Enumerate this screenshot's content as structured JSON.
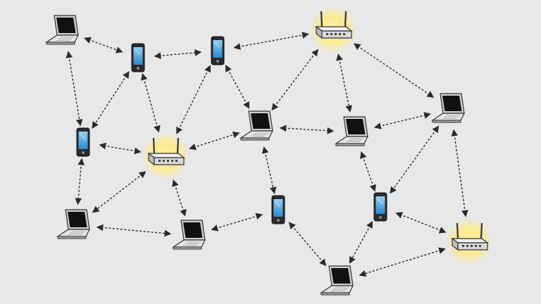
{
  "diagram": {
    "type": "mesh-network",
    "colors": {
      "background": "#e7e8ea",
      "link": "#2b2b2b",
      "router_glow": "#fde98a",
      "device_body": "#d9d9d9",
      "screen": "#111111",
      "phone_screen": "#3aa0e0"
    },
    "nodes": [
      {
        "id": "laptop-1",
        "kind": "laptop"
      },
      {
        "id": "phone-1",
        "kind": "phone"
      },
      {
        "id": "phone-2",
        "kind": "phone"
      },
      {
        "id": "router-1",
        "kind": "router"
      },
      {
        "id": "phone-3",
        "kind": "phone"
      },
      {
        "id": "router-2",
        "kind": "router"
      },
      {
        "id": "laptop-2",
        "kind": "laptop"
      },
      {
        "id": "laptop-3",
        "kind": "laptop"
      },
      {
        "id": "laptop-4",
        "kind": "laptop"
      },
      {
        "id": "laptop-5",
        "kind": "laptop"
      },
      {
        "id": "laptop-6",
        "kind": "laptop"
      },
      {
        "id": "phone-4",
        "kind": "phone"
      },
      {
        "id": "phone-5",
        "kind": "phone"
      },
      {
        "id": "router-3",
        "kind": "router"
      },
      {
        "id": "laptop-7",
        "kind": "laptop"
      }
    ],
    "links": [
      [
        "laptop-1",
        "phone-1"
      ],
      [
        "laptop-1",
        "phone-3"
      ],
      [
        "phone-1",
        "phone-2"
      ],
      [
        "phone-1",
        "phone-3"
      ],
      [
        "phone-1",
        "router-2"
      ],
      [
        "phone-2",
        "router-1"
      ],
      [
        "phone-2",
        "router-2"
      ],
      [
        "phone-2",
        "laptop-2"
      ],
      [
        "router-1",
        "laptop-2"
      ],
      [
        "router-1",
        "laptop-3"
      ],
      [
        "router-1",
        "laptop-4"
      ],
      [
        "phone-3",
        "router-2"
      ],
      [
        "phone-3",
        "laptop-5"
      ],
      [
        "router-2",
        "laptop-2"
      ],
      [
        "router-2",
        "laptop-5"
      ],
      [
        "router-2",
        "laptop-6"
      ],
      [
        "laptop-2",
        "laptop-3"
      ],
      [
        "laptop-2",
        "phone-4"
      ],
      [
        "laptop-3",
        "laptop-4"
      ],
      [
        "laptop-3",
        "phone-5"
      ],
      [
        "laptop-4",
        "phone-5"
      ],
      [
        "laptop-4",
        "router-3"
      ],
      [
        "laptop-5",
        "laptop-6"
      ],
      [
        "laptop-6",
        "phone-4"
      ],
      [
        "phone-4",
        "laptop-7"
      ],
      [
        "phone-5",
        "router-3"
      ],
      [
        "phone-5",
        "laptop-7"
      ],
      [
        "router-3",
        "laptop-7"
      ]
    ]
  }
}
